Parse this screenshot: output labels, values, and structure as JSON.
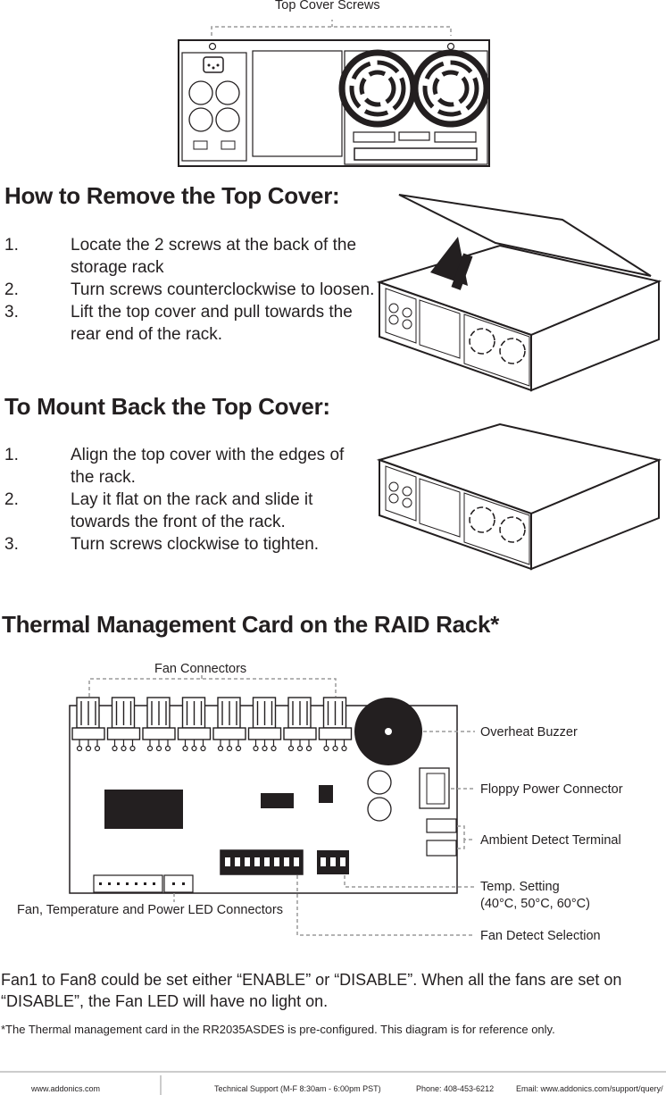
{
  "top_label": "Top Cover Screws",
  "remove": {
    "title": "How to Remove the Top Cover:",
    "steps": [
      {
        "num": "1.",
        "text": "Locate the 2 screws at the back of the storage rack"
      },
      {
        "num": "2.",
        "text": "Turn screws counterclockwise to loosen."
      },
      {
        "num": "3.",
        "text": "Lift the top cover and pull towards the rear end of the rack."
      }
    ]
  },
  "mount": {
    "title": "To Mount Back the Top Cover:",
    "steps": [
      {
        "num": "1.",
        "text": "Align the top cover with the edges of the rack."
      },
      {
        "num": "2.",
        "text": "Lay it flat on the rack and slide it towards the front of the rack."
      },
      {
        "num": "3.",
        "text": "Turn screws clockwise to tighten."
      }
    ]
  },
  "thermal": {
    "title": "Thermal Management Card on the RAID Rack*",
    "labels": {
      "fan_connectors": "Fan Connectors",
      "overheat_buzzer": "Overheat Buzzer",
      "floppy_power": "Floppy Power Connector",
      "ambient_detect": "Ambient Detect Terminal",
      "temp_setting": "Temp. Setting",
      "temp_values": "(40°C, 50°C, 60°C)",
      "fan_detect": "Fan Detect Selection",
      "led_connectors": "Fan, Temperature and Power LED Connectors"
    },
    "note": "Fan1 to Fan8 could be set either “ENABLE” or “DISABLE”. When all the fans are set on “DISABLE”, the Fan LED will have no light on.",
    "footnote": "*The Thermal management card in the RR2035ASDES is pre-configured. This diagram is for reference only."
  },
  "footer": {
    "website": "www.addonics.com",
    "support": "Technical Support (M-F 8:30am - 6:00pm PST)",
    "phone": "Phone: 408-453-6212",
    "email": "Email: www.addonics.com/support/query/"
  }
}
